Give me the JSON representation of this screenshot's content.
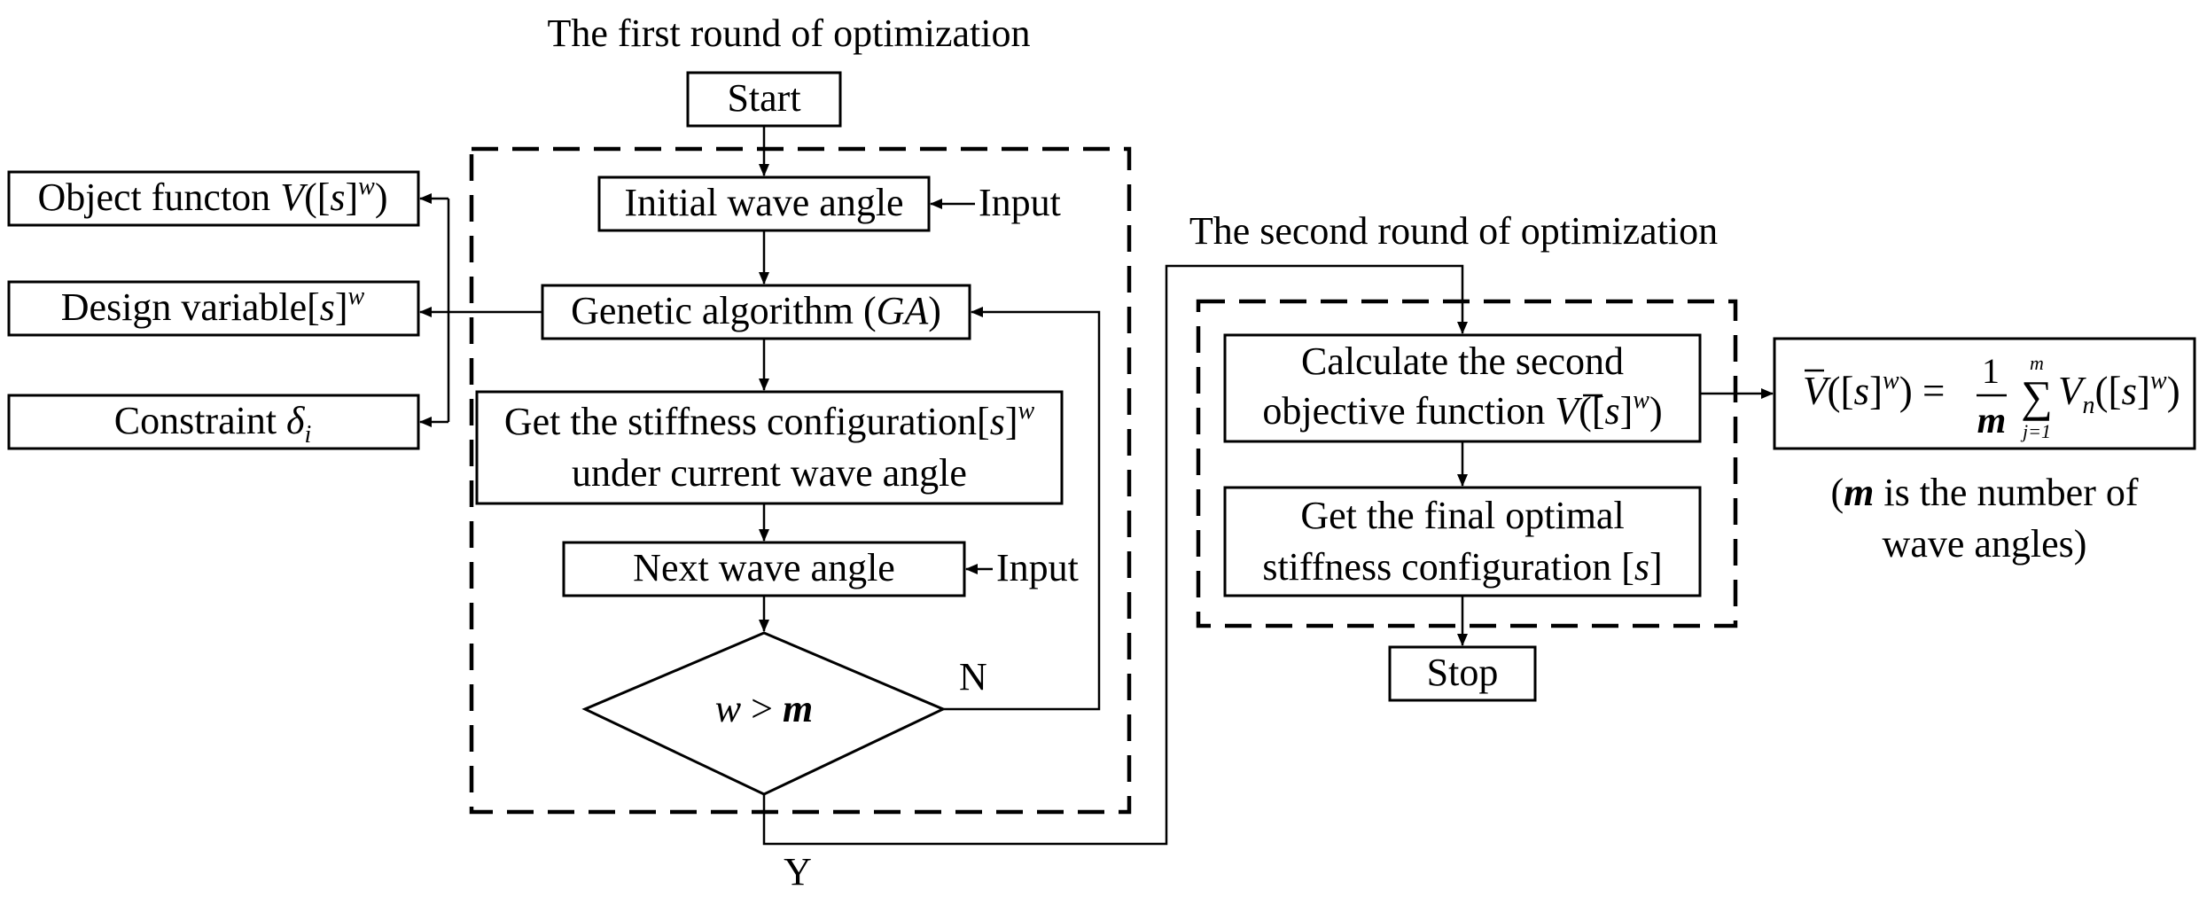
{
  "round1": {
    "title": "The first round of optimization"
  },
  "round2": {
    "title": "The second round of optimization"
  },
  "nodes": {
    "start": "Start",
    "initial_wave": "Initial wave angle",
    "ga_prefix": "Genetic algorithm (",
    "ga_italic": "GA",
    "ga_suffix": ")",
    "stiffness_line1": "Get the stiffness configuration[",
    "stiffness_line2": "under current wave angle",
    "next_wave": "Next wave angle",
    "decision_w": "w",
    "decision_op": " > ",
    "decision_m": "m",
    "calc_line1": "Calculate the second",
    "calc_line2_prefix": "objective function ",
    "final_line1": "Get the final optimal",
    "final_line2_prefix": "stiffness configuration [",
    "stop": "Stop"
  },
  "side": {
    "objective_prefix": "Object functon ",
    "design_prefix": "Design variable[",
    "constraint_prefix": "Constraint "
  },
  "symbols": {
    "V": "V",
    "s": "s",
    "w": "w",
    "m": "m",
    "n": "n",
    "j_eq_1": "j=1",
    "one": "1",
    "delta": "δ",
    "i": "i",
    "sigma": "∑",
    "open_bracket": "([",
    "close_bracket": "]",
    "close_paren": ")",
    "equals": " = "
  },
  "inputs": {
    "input_label": "Input"
  },
  "branches": {
    "no": "N",
    "yes": "Y"
  },
  "note": {
    "line1_suffix": " is the number of",
    "line2": "wave angles)",
    "open_paren": "("
  }
}
